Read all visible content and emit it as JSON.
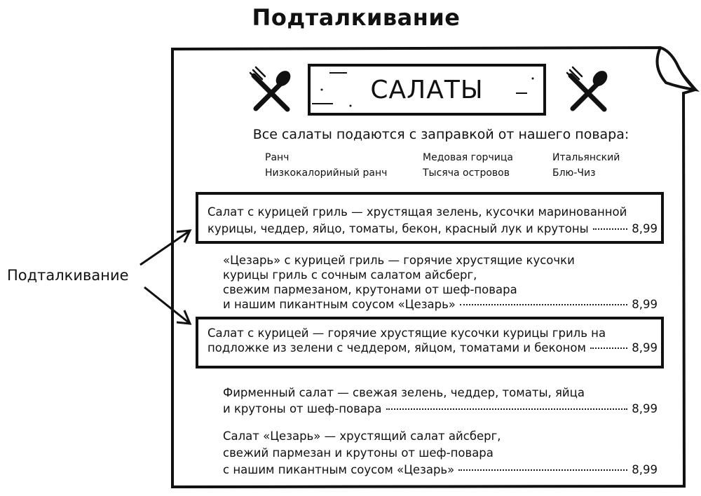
{
  "title": "Подталкивание",
  "side_label": "Подталкивание",
  "menu": {
    "header": "САЛАТЫ",
    "intro": "Все салаты подаются с заправкой от нашего повара:",
    "dressings": [
      "Ранч",
      "Низкокалорийный ранч",
      "Медовая горчица",
      "Тысяча островов",
      "Итальянский",
      "Блю-Чиз"
    ],
    "items": [
      {
        "lines": [
          "Салат с курицей гриль — хрустящая зелень, кусочки маринованной",
          "курицы, чеддер, яйцо, томаты, бекон, красный лук и крутоны"
        ],
        "price": "8,99",
        "highlighted": true
      },
      {
        "lines": [
          "«Цезарь» с курицей гриль — горячие хрустящие кусочки",
          "курицы гриль с сочным салатом айсберг,",
          "свежим пармезаном, крутонами от шеф-повара",
          "и нашим пикантным соусом «Цезарь»"
        ],
        "price": "8,99",
        "highlighted": false
      },
      {
        "lines": [
          "Салат с курицей — горячие хрустящие кусочки курицы гриль на",
          "подложке из зелени с чеддером, яйцом, томатами и беконом"
        ],
        "price": "8,99",
        "highlighted": true
      },
      {
        "lines": [
          "Фирменный салат — свежая зелень, чеддер, томаты, яйца",
          "и крутоны от шеф-повара"
        ],
        "price": "8,99",
        "highlighted": false
      },
      {
        "lines": [
          "Салат «Цезарь» — хрустящий салат айсберг,",
          "свежий пармезан и крутоны от шеф-повара",
          "с нашим пикантным соусом «Цезарь»"
        ],
        "price": "8,99",
        "highlighted": false
      }
    ]
  }
}
